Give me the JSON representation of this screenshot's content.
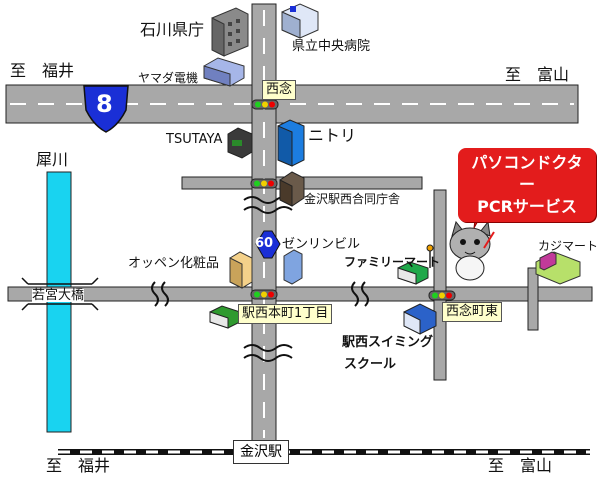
{
  "directions": {
    "top_left": "至　福井",
    "top_right": "至　富山",
    "bottom_left": "至　福井",
    "bottom_right": "至　富山"
  },
  "routes": {
    "national": "8",
    "prefectural": "60"
  },
  "rivers": {
    "sai": "犀川"
  },
  "bridges": {
    "wakamiya": "若宮大橋"
  },
  "intersections": {
    "sainen": "西念",
    "ekinishi_honmachi": "駅西本町1丁目",
    "sainen_higashi": "西念町東"
  },
  "landmarks": {
    "prefectural_office": "石川県庁",
    "central_hospital": "県立中央病院",
    "yamada": "ヤマダ電機",
    "tsutaya": "TSUTAYA",
    "nitori": "ニトリ",
    "joint_office": "金沢駅西合同庁舎",
    "zenrin": "ゼンリンビル",
    "oppen": "オッペン化粧品",
    "familymart": "ファミリーマート",
    "kajimart": "カジマート",
    "swimming_line1": "駅西スイミング",
    "swimming_line2": "スクール"
  },
  "station": "金沢駅",
  "callout": {
    "line1": "パソコンドクター",
    "line2": "PCRサービス"
  },
  "colors": {
    "road": "#a8a8a8",
    "route_shield": "#1a2fd6",
    "river": "#19d3f0",
    "callout": "#e31c1c",
    "intersection_label_bg": "#ffffcc"
  }
}
